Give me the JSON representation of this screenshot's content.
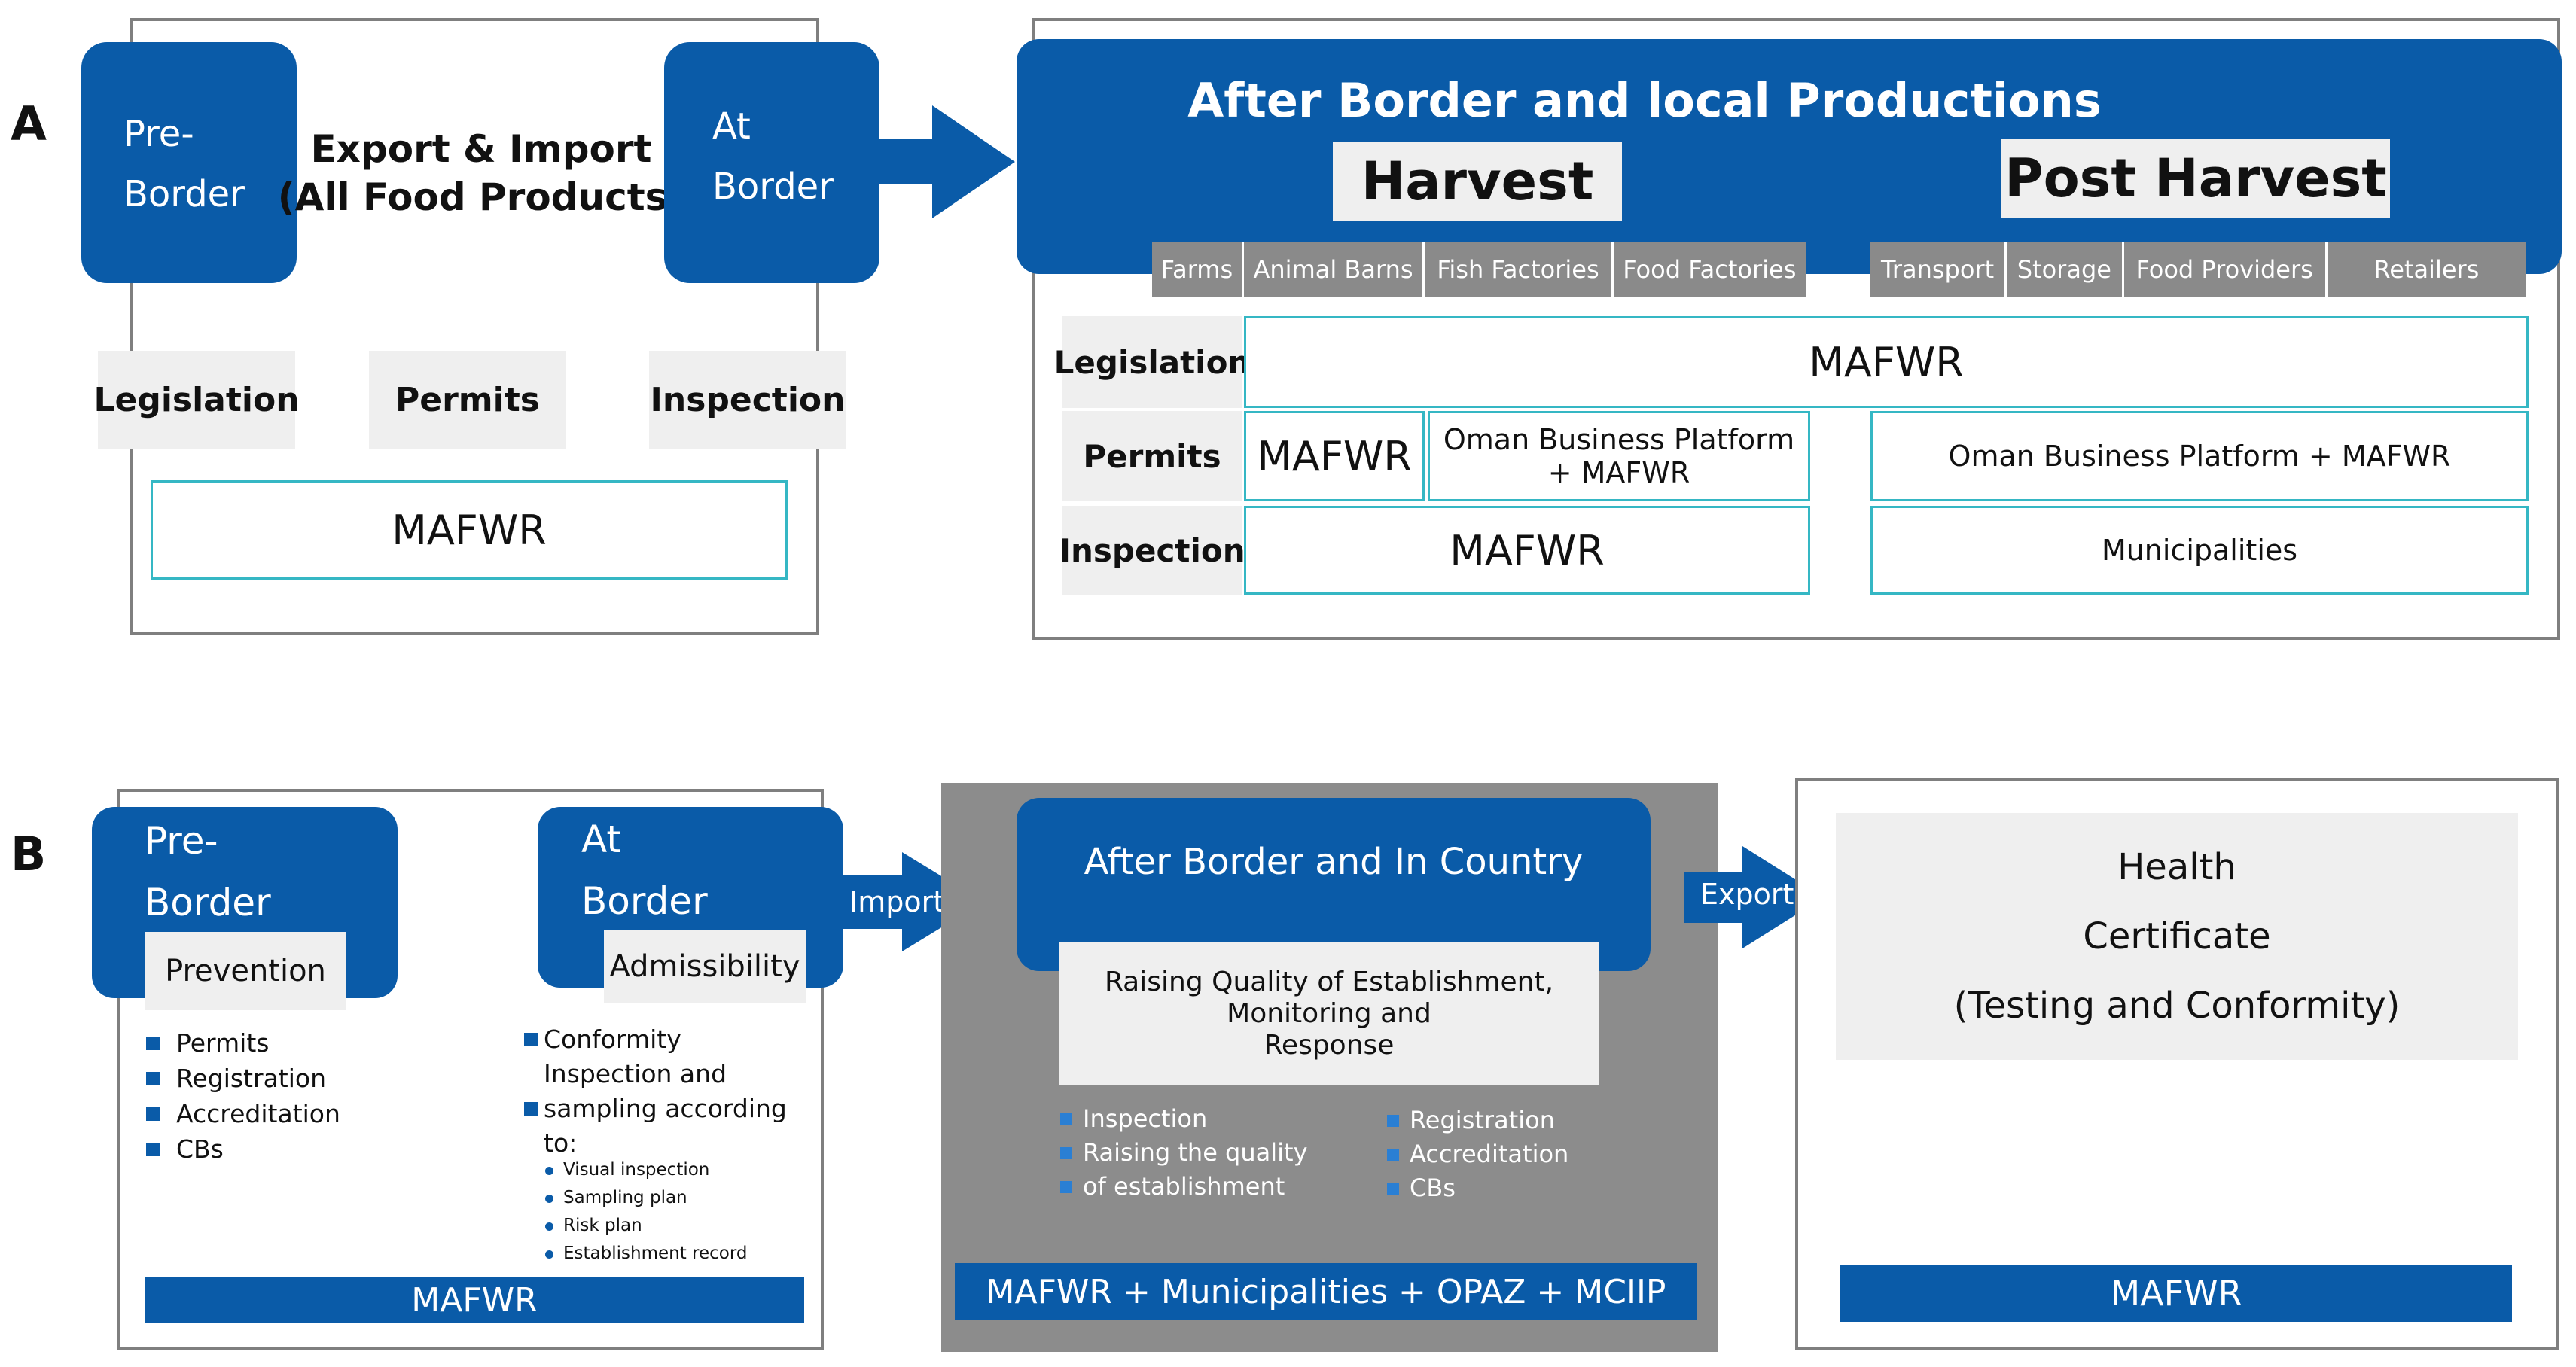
{
  "panel_a": {
    "letter": "A",
    "pre_border": "Pre-\nBorder",
    "export_import": "Export & Import\n(All Food Products)",
    "at_border": "At\nBorder",
    "legislation": "Legislation",
    "permits": "Permits",
    "inspection": "Inspection",
    "mafwr": "MAFWR",
    "after_border_title": "After Border and local Productions",
    "harvest": "Harvest",
    "post_harvest": "Post Harvest",
    "harvest_tabs": [
      "Farms",
      "Animal Barns",
      "Fish Factories",
      "Food Factories"
    ],
    "post_harvest_tabs": [
      "Transport",
      "Storage",
      "Food Providers",
      "Retailers"
    ],
    "rows": {
      "legislation_label": "Legislation",
      "legislation_value": "MAFWR",
      "permits_label": "Permits",
      "permits_harvest_a": "MAFWR",
      "permits_harvest_b": "Oman Business Platform\n+ MAFWR",
      "permits_post": "Oman Business Platform + MAFWR",
      "inspection_label": "Inspection",
      "inspection_harvest": "MAFWR",
      "inspection_post": "Municipalities"
    }
  },
  "panel_b": {
    "letter": "B",
    "pre_border": "Pre-\nBorder",
    "prevention": "Prevention",
    "pre_items": [
      "Permits",
      "Registration",
      "Accreditation",
      "CBs"
    ],
    "at_border": "At\nBorder",
    "admissibility": "Admissibility",
    "at_items": [
      "Conformity",
      "Inspection and\nsampling according\nto:"
    ],
    "at_subitems": [
      "Visual inspection",
      "Sampling plan",
      "Risk plan",
      "Establishment record"
    ],
    "mafwr_left": "MAFWR",
    "imports": "Imports",
    "after_border": "After Border and In Country",
    "raising": "Raising Quality of Establishment,\nMonitoring and\nResponse",
    "mid_left_items": [
      "Inspection",
      "Raising the quality",
      "of establishment"
    ],
    "mid_right_items": [
      "Registration",
      "Accreditation",
      "CBs"
    ],
    "mid_bar": "MAFWR + Municipalities + OPAZ + MCIIP",
    "export": "Export",
    "health_cert": "Health\nCertificate\n(Testing and Conformity)",
    "mafwr_right": "MAFWR"
  }
}
